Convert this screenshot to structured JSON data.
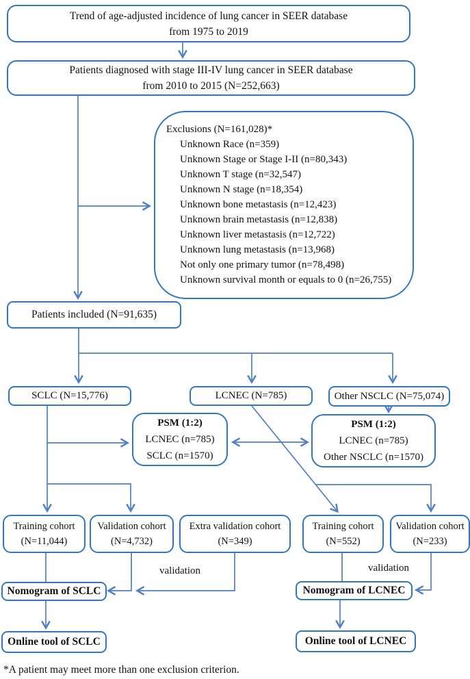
{
  "palette": {
    "box_border": "#2f77c1",
    "arrow": "#4f7fc4",
    "text": "#111111"
  },
  "nodes": {
    "trend": {
      "lines": [
        "Trend of age-adjusted incidence of lung cancer in SEER database",
        "from 1975 to 2019"
      ]
    },
    "diagnosed": {
      "lines": [
        "Patients diagnosed with stage III-IV lung cancer in SEER database",
        "from 2010 to 2015 (N=252,663)"
      ]
    },
    "exclusions": {
      "title": "Exclusions (N=161,028)*",
      "items": [
        "Unknown Race (n=359)",
        "Unknown Stage or Stage I-II (n=80,343)",
        "Unknown T stage (n=32,547)",
        "Unknown N stage (n=18,354)",
        "Unknown bone metastasis (n=12,423)",
        "Unknown brain metastasis (n=12,838)",
        "Unknown liver metastasis (n=12,722)",
        "Unknown lung metastasis (n=13,968)",
        "Not only one primary tumor (n=78,498)",
        "Unknown survival month or equals to 0 (n=26,755)"
      ]
    },
    "included": {
      "label": "Patients included (N=91,635)"
    },
    "sclc": {
      "label": "SCLC (N=15,776)"
    },
    "lcnec": {
      "label": "LCNEC (N=785)"
    },
    "other_nsclc": {
      "label": "Other NSCLC (N=75,074)"
    },
    "psm_sclc": {
      "title": "PSM (1:2)",
      "lines": [
        "LCNEC (n=785)",
        "SCLC (n=1570)"
      ]
    },
    "psm_nsclc": {
      "title": "PSM (1:2)",
      "lines": [
        "LCNEC (n=785)",
        "Other NSCLC (n=1570)"
      ]
    },
    "training_sclc": {
      "lines": [
        "Training cohort",
        "(N=11,044)"
      ]
    },
    "validation_sclc": {
      "lines": [
        "Validation cohort",
        "(N=4,732)"
      ]
    },
    "extra_validation": {
      "lines": [
        "Extra validation cohort",
        "(N=349)"
      ]
    },
    "training_lcnec": {
      "lines": [
        "Training cohort",
        "(N=552)"
      ]
    },
    "validation_lcnec": {
      "lines": [
        "Validation cohort",
        "(N=233)"
      ]
    },
    "nomogram_sclc": {
      "label": "Nomogram of SCLC"
    },
    "nomogram_lcnec": {
      "label": "Nomogram of LCNEC"
    },
    "online_sclc": {
      "label": "Online tool of SCLC"
    },
    "online_lcnec": {
      "label": "Online tool of LCNEC"
    }
  },
  "labels": {
    "validation_left": "validation",
    "validation_right": "validation"
  },
  "footnote": "*A patient may meet more than one exclusion criterion."
}
